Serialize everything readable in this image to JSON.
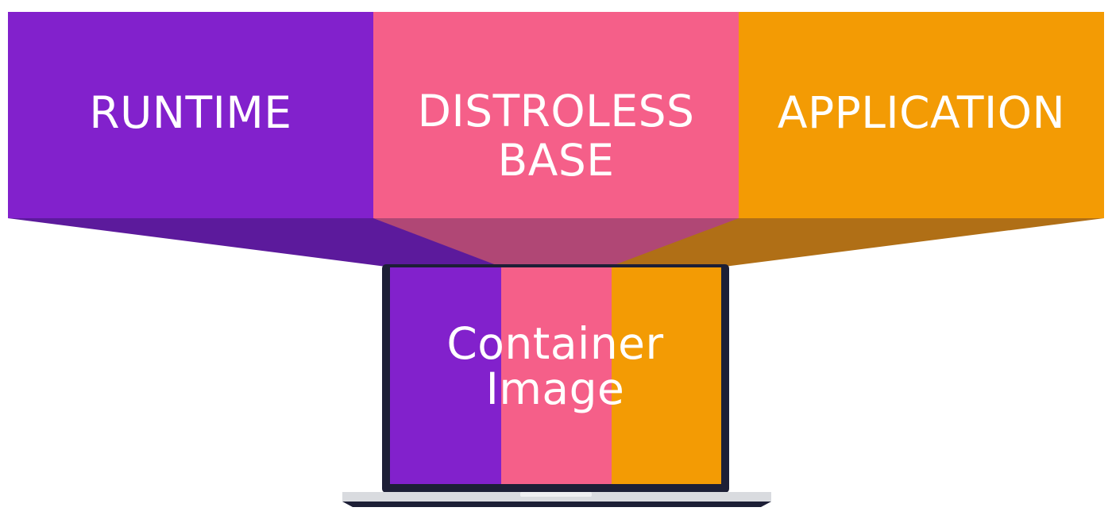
{
  "layers": [
    {
      "id": "runtime",
      "label": "RUNTIME",
      "color": "#8221CC",
      "shade": "#5C1A9C"
    },
    {
      "id": "distroless",
      "label": "DISTROLESS\nBASE",
      "color": "#F55F89",
      "shade": "#B04775"
    },
    {
      "id": "application",
      "label": "APPLICATION",
      "color": "#F39B04",
      "shade": "#B06F16"
    }
  ],
  "result": {
    "label": "Container\nImage",
    "device": "laptop-icon"
  }
}
